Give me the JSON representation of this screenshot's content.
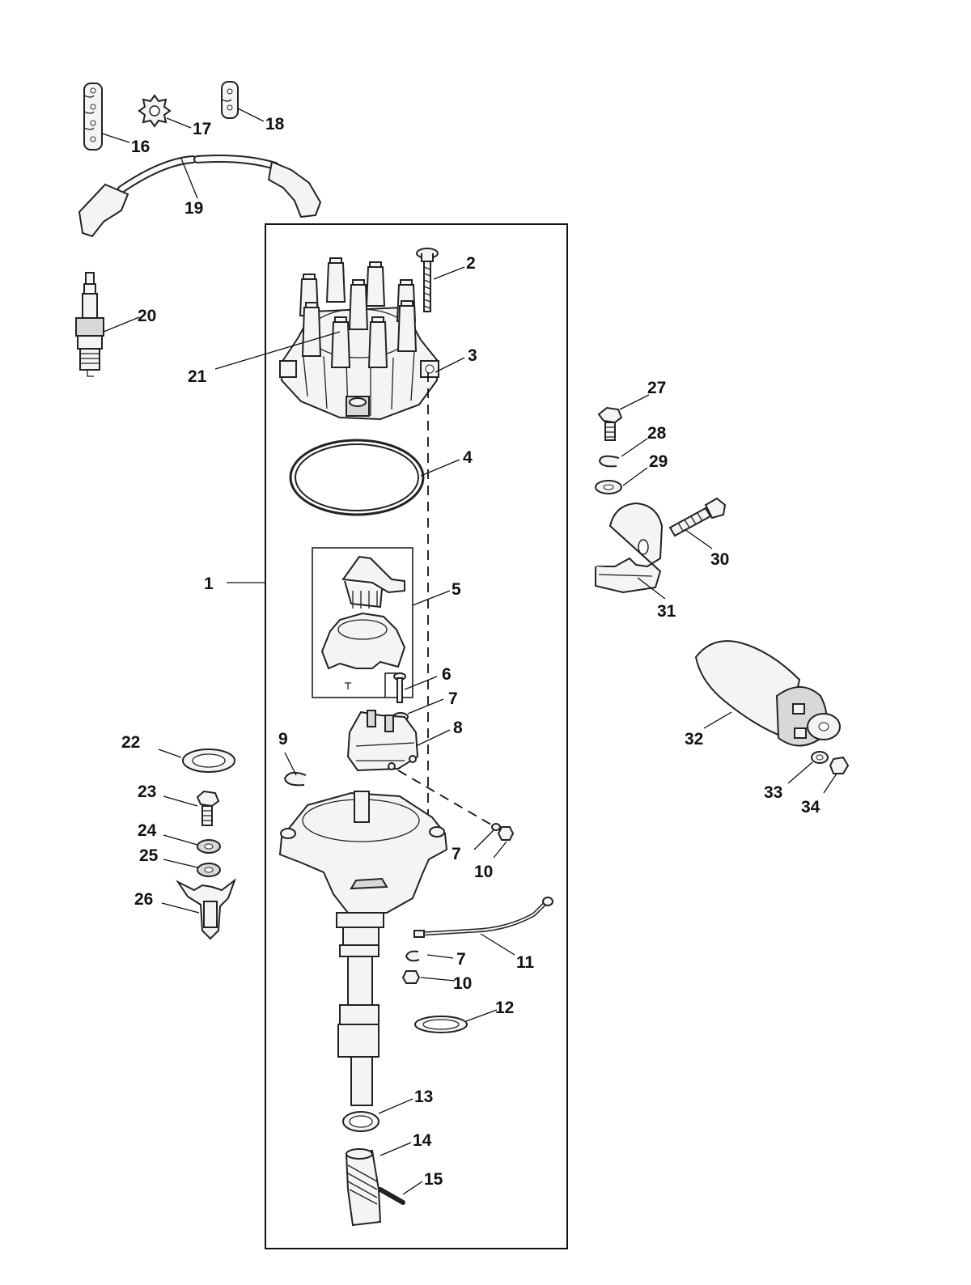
{
  "callouts": {
    "c1": "1",
    "c2": "2",
    "c3": "3",
    "c4": "4",
    "c5": "5",
    "c6": "6",
    "c7a": "7",
    "c7b": "7",
    "c7c": "7",
    "c8": "8",
    "c9": "9",
    "c10a": "10",
    "c10b": "10",
    "c11": "11",
    "c12": "12",
    "c13": "13",
    "c14": "14",
    "c15": "15",
    "c16": "16",
    "c17": "17",
    "c18": "18",
    "c19": "19",
    "c20": "20",
    "c21": "21",
    "c22": "22",
    "c23": "23",
    "c24": "24",
    "c25": "25",
    "c26": "26",
    "c27": "27",
    "c28": "28",
    "c29": "29",
    "c30": "30",
    "c31": "31",
    "c32": "32",
    "c33": "33",
    "c34": "34"
  },
  "icons": {
    "wire_separator": "wire-separator-icon",
    "spark_plug": "spark-plug-icon",
    "distributor_cap": "distributor-cap-icon",
    "ignition_coil": "ignition-coil-icon"
  }
}
